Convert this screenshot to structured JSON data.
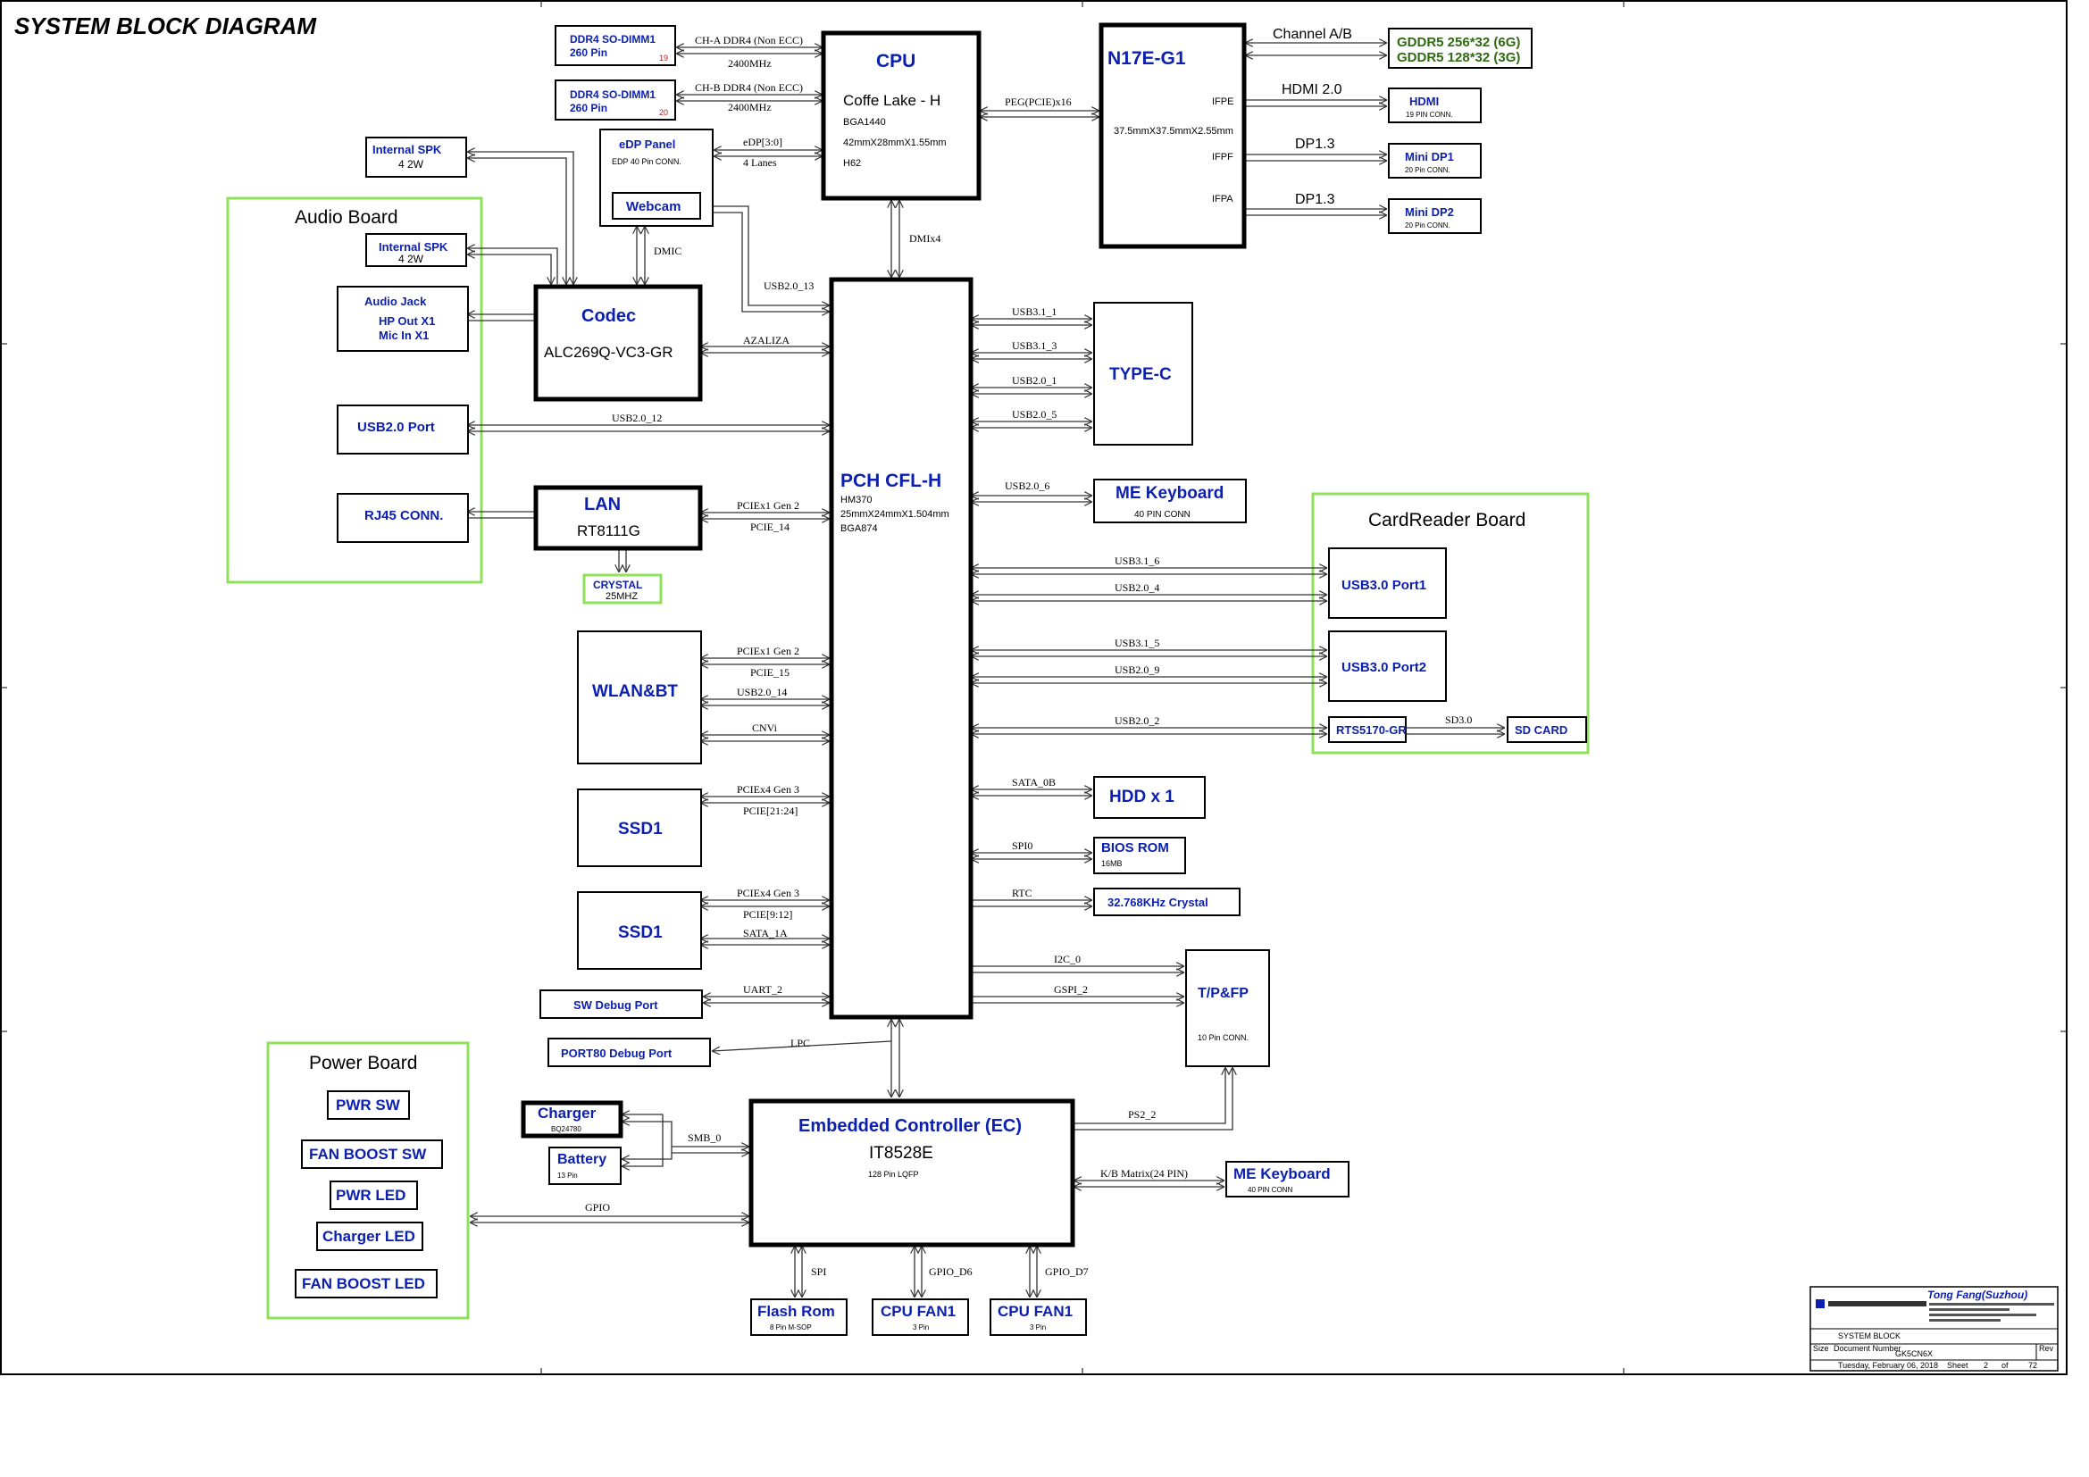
{
  "title": "SYSTEM BLOCK DIAGRAM",
  "groups": {
    "audio_board": "Audio Board",
    "cardreader_board": "CardReader Board",
    "power_board": "Power Board"
  },
  "blocks": {
    "ddr1_l1": "DDR4 SO-DIMM1",
    "ddr1_l2": "260 Pin",
    "ddr1_num": "19",
    "ddr2_l1": "DDR4 SO-DIMM1",
    "ddr2_l2": "260 Pin",
    "ddr2_num": "20",
    "cpu_title": "CPU",
    "cpu_l1": "Coffe Lake - H",
    "cpu_l2": "BGA1440",
    "cpu_l3": "42mmX28mmX1.55mm",
    "cpu_l4": "H62",
    "gpu_title": "N17E-G1",
    "gpu_l1": "37.5mmX37.5mmX2.55mm",
    "gpu_ifpe": "IFPE",
    "gpu_ifpf": "IFPF",
    "gpu_ifpa": "IFPA",
    "gddr_l1": "GDDR5 256*32 (6G)",
    "gddr_l2": "GDDR5 128*32 (3G)",
    "hdmi_l1": "HDMI",
    "hdmi_l2": "19 PIN CONN.",
    "minidp1_l1": "Mini DP1",
    "minidp1_l2": "20 Pin CONN.",
    "minidp2_l1": "Mini DP2",
    "minidp2_l2": "20 Pin CONN.",
    "edp_l1": "eDP Panel",
    "edp_l2": "EDP 40 Pin CONN.",
    "webcam": "Webcam",
    "spk1_l1": "Internal SPK",
    "spk1_l2": "4     2W",
    "spk2_l1": "Internal SPK",
    "spk2_l2": "4     2W",
    "jack_l1": "Audio Jack",
    "jack_l2": "HP Out X1",
    "jack_l3": "Mic In X1",
    "usb20port": "USB2.0 Port",
    "rj45": "RJ45 CONN.",
    "codec_title": "Codec",
    "codec_l1": "ALC269Q-VC3-GR",
    "lan_title": "LAN",
    "lan_l1": "RT8111G",
    "crystal_l1": "CRYSTAL",
    "crystal_l2": "25MHZ",
    "wlan": "WLAN&BT",
    "ssd1a": "SSD1",
    "ssd1b": "SSD1",
    "swdebug": "SW Debug Port",
    "port80": "PORT80 Debug Port",
    "pch_title": "PCH CFL-H",
    "pch_l1": "HM370",
    "pch_l2": "25mmX24mmX1.504mm",
    "pch_l3": "BGA874",
    "typec": "TYPE-C",
    "mekb1_l1": "ME Keyboard",
    "mekb1_l2": "40  PIN  CONN",
    "usb30p1": "USB3.0 Port1",
    "usb30p2": "USB3.0 Port2",
    "rts": "RTS5170-GR",
    "sdcard": "SD CARD",
    "hdd": "HDD x 1",
    "bios_l1": "BIOS ROM",
    "bios_l2": "16MB",
    "rtc_crystal": "32.768KHz Crystal",
    "tpfp_l1": "T/P&FP",
    "tpfp_l2": "10 Pin CONN.",
    "ec_title": "Embedded Controller (EC)",
    "ec_l1": "IT8528E",
    "ec_l2": "128 Pin LQFP",
    "charger_l1": "Charger",
    "charger_l2": "BQ24780",
    "battery_l1": "Battery",
    "battery_l2": "13 Pin",
    "mekb2_l1": "ME Keyboard",
    "mekb2_l2": "40 PIN CONN",
    "flash_l1": "Flash Rom",
    "flash_l2": "8 Pin M-SOP",
    "fan1_l1": "CPU FAN1",
    "fan1_l2": "3 Pin",
    "fan2_l1": "CPU FAN1",
    "fan2_l2": "3 Pin",
    "pwrsw": "PWR SW",
    "fanboostsw": "FAN BOOST SW",
    "pwrled": "PWR LED",
    "chargerled": "Charger LED",
    "fanboostled": "FAN BOOST LED"
  },
  "signals": {
    "cha": "CH-A DDR4 (Non ECC)",
    "cha_speed": "2400MHz",
    "chb": "CH-B DDR4 (Non ECC)",
    "chb_speed": "2400MHz",
    "peg": "PEG(PCIE)x16",
    "channel_ab": "Channel A/B",
    "hdmi20": "HDMI 2.0",
    "dp13a": "DP1.3",
    "dp13b": "DP1.3",
    "edp30": "eDP[3:0]",
    "lanes4": "4 Lanes",
    "dmic": "DMIC",
    "dmix4": "DMIx4",
    "usb20_13": "USB2.0_13",
    "azalia": "AZALIZA",
    "usb20_12": "USB2.0_12",
    "lan_pcie1": "PCIEx1 Gen 2",
    "lan_pcie2": "PCIE_14",
    "wl_pcie1": "PCIEx1 Gen 2",
    "wl_pcie2": "PCIE_15",
    "wl_usb": "USB2.0_14",
    "wl_cnvi": "CNVi",
    "ssd1_pcie1": "PCIEx4 Gen 3",
    "ssd1_pcie2": "PCIE[21:24]",
    "ssd2_pcie1": "PCIEx4 Gen 3",
    "ssd2_pcie2": "PCIE[9:12]",
    "ssd2_sata": "SATA_1A",
    "uart2": "UART_2",
    "lpc": "LPC",
    "tc1": "USB3.1_1",
    "tc2": "USB3.1_3",
    "tc3": "USB2.0_1",
    "tc4": "USB2.0_5",
    "usb20_6": "USB2.0_6",
    "cr1": "USB3.1_6",
    "cr2": "USB2.0_4",
    "cr3": "USB3.1_5",
    "cr4": "USB2.0_9",
    "cr5": "USB2.0_2",
    "sd30": "SD3.0",
    "sata0b": "SATA_0B",
    "spi0": "SPI0",
    "rtc": "RTC",
    "i2c0": "I2C_0",
    "gspi2": "GSPI_2",
    "ps22": "PS2_2",
    "smb0": "SMB_0",
    "kbmatrix": "K/B Matrix(24 PIN)",
    "gpio": "GPIO",
    "spi": "SPI",
    "gpiod6": "GPIO_D6",
    "gpiod7": "GPIO_D7"
  },
  "title_block": {
    "company": "Tong Fang(Suzhou)",
    "drawing": "SYSTEM BLOCK",
    "doc": "GK5CN6X",
    "size": "Size",
    "document_number": "Document Number",
    "rev": "Rev",
    "date": "Tuesday, February 06, 2018",
    "sheet_label": "Sheet",
    "sheet": "2",
    "of": "of",
    "total": "72"
  }
}
